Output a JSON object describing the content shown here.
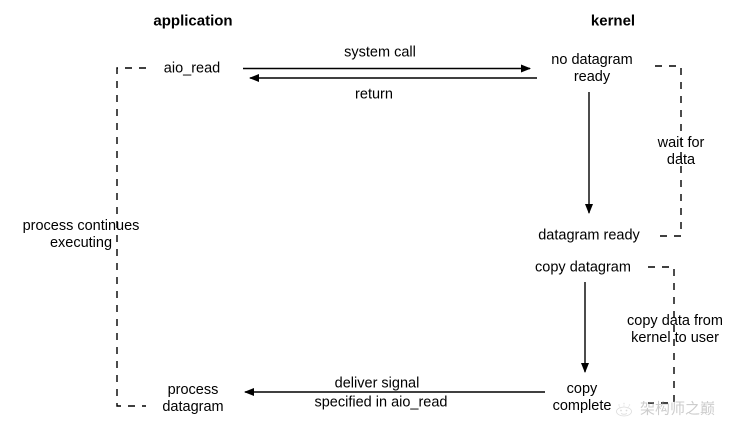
{
  "diagram": {
    "title_application": "application",
    "title_kernel": "kernel",
    "colors": {
      "line": "#000000",
      "text": "#000000",
      "background": "#ffffff",
      "watermark": "#9a9a9a"
    },
    "labels": {
      "aio_read": "aio_read",
      "system_call": "system call",
      "return": "return",
      "no_datagram_ready": "no datagram\nready",
      "wait_for_data": "wait for\ndata",
      "process_continues_executing": "process continues\nexecuting",
      "datagram_ready": "datagram ready",
      "copy_datagram": "copy datagram",
      "copy_data_from_kernel_to_user": "copy data from\nkernel to user",
      "process_datagram": "process\ndatagram",
      "deliver_signal": "deliver signal",
      "specified_in_aio_read": "specified in aio_read",
      "copy_complete": "copy\ncomplete"
    },
    "watermark": {
      "text": "架构师之巅"
    }
  }
}
